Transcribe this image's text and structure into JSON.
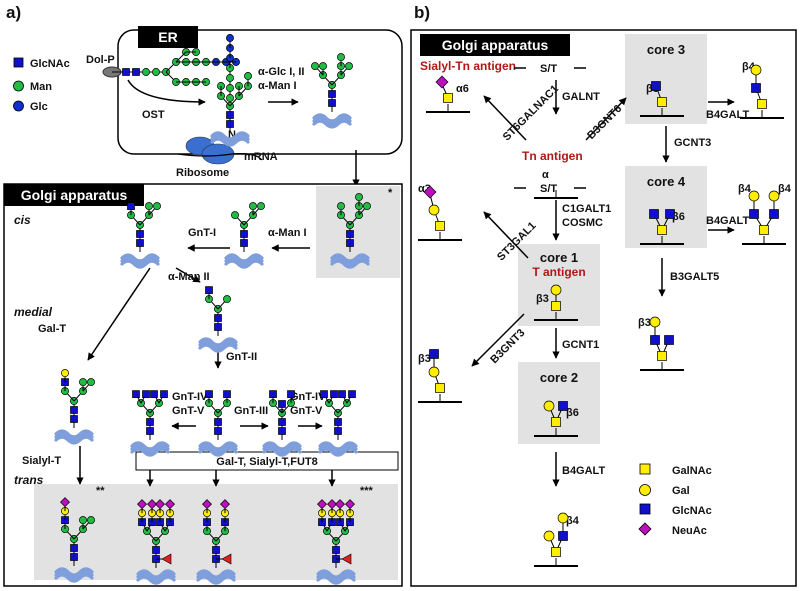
{
  "panel_a": {
    "label": "a)",
    "er_title": "ER",
    "legend": [
      "GlcNAc",
      "Man",
      "Glc"
    ],
    "dol_p": "Dol-P",
    "ost": "OST",
    "n_label": "N",
    "er_enzyme_1": "α-Glc I, II",
    "er_enzyme_2": "α-Man I",
    "ribosome": "Ribosome",
    "mrna": "mRNA",
    "golgi_title": "Golgi apparatus",
    "cis": "cis",
    "medial": "medial",
    "trans": "trans",
    "gnt1": "GnT-I",
    "man1": "α-Man I",
    "man2": "α-Man II",
    "galt": "Gal-T",
    "gnt2": "GnT-II",
    "gnt4_left": "GnT-IV",
    "gnt5_left": "GnT-V",
    "gnt3": "GnT-III",
    "gnt4_right": "GnT-IV",
    "gnt5_right": "GnT-V",
    "sialylt": "Sialyl-T",
    "bar_text": "Gal-T, Sialyl-T,FUT8",
    "star1": "*",
    "star2": "**",
    "star3": "***"
  },
  "panel_b": {
    "label": "b)",
    "golgi_title": "Golgi apparatus",
    "sialyl_tn": "Sialyl-Tn antigen",
    "tn": "Tn antigen",
    "t_antigen": "T antigen",
    "st_top": "S/T",
    "st_mid": "S/T",
    "alpha": "α",
    "galnt": "GALNT",
    "st6": "ST6GALNAC1",
    "b3gnt6": "B3GNT6",
    "alpha6": "α6",
    "core3": "core 3",
    "beta3_c3": "β3",
    "b4galt_c3": "B4GALT",
    "beta4_c3": "β4",
    "gcnt3": "GCNT3",
    "core4": "core 4",
    "beta6_c4": "β6",
    "b4galt_c4": "B4GALT",
    "beta4_c4a": "β4",
    "beta4_c4b": "β4",
    "c1galt1": "C1GALT1",
    "cosmc": "COSMC",
    "st3": "ST3GAL1",
    "alpha3": "α3",
    "core1": "core 1",
    "beta3_c1": "β3",
    "b3galt5": "B3GALT5",
    "beta3_b3galt5": "β3",
    "b3gnt3": "B3GNT3",
    "beta3_b3gnt3": "β3",
    "gcnt1": "GCNT1",
    "core2": "core 2",
    "beta6_c2": "β6",
    "b4galt_c2": "B4GALT",
    "beta4_c2": "β4",
    "legend": [
      "GalNAc",
      "Gal",
      "GlcNAc",
      "NeuAc"
    ]
  },
  "colors": {
    "glcnac": "#1010cc",
    "man": "#22bb44",
    "glc": "#1030cc",
    "galnac": "#ffee00",
    "gal": "#ffee00",
    "neuac": "#bb10bb",
    "fucose": "#dd2020",
    "protein": "#7f9fdc",
    "title_red": "#b01818",
    "shade": "#e2e2e2"
  }
}
